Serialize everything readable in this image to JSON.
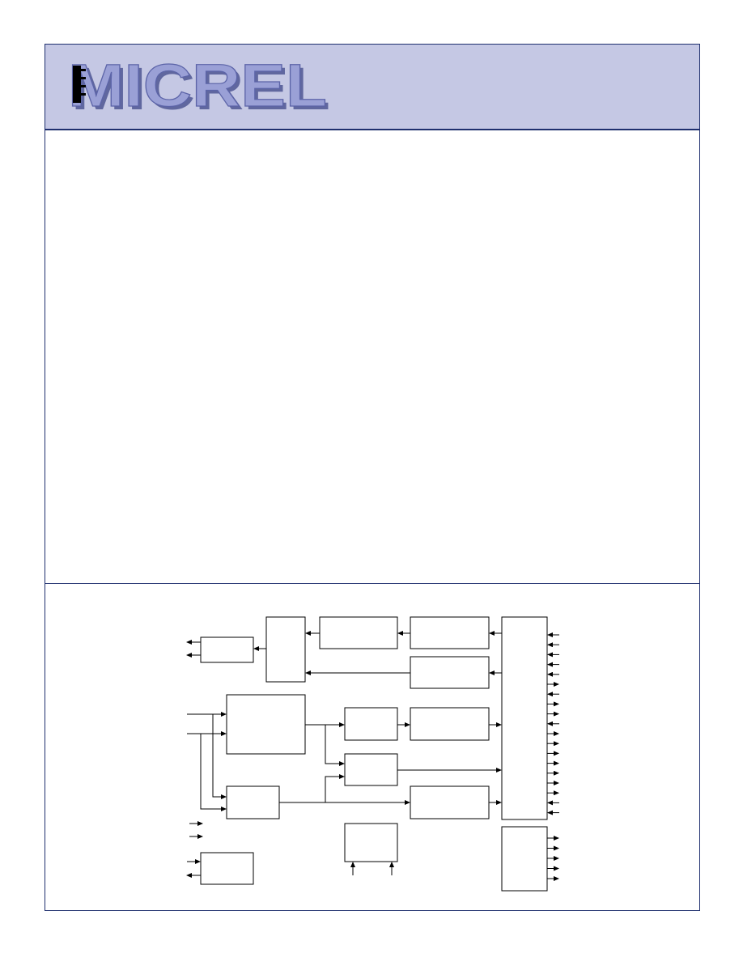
{
  "brand": {
    "logo_text": "MICREL",
    "colors": {
      "header_band": "#c5c8e4",
      "frame": "#1f2f6e",
      "logo_face": "#9aa0d6",
      "logo_shadow": "#60679f"
    }
  },
  "block_diagram": {
    "blocks": [
      "output-buffer-block",
      "mux-block",
      "top-block-a",
      "top-block-b",
      "mid-right-block",
      "input-stage-block",
      "center-block-a",
      "center-right-block",
      "center-block-b",
      "lower-left-block",
      "lower-right-block",
      "bottom-center-block",
      "bottom-left-block",
      "register-bank-block",
      "aux-output-block"
    ],
    "register_bank_pin_directions": [
      "in",
      "in",
      "in",
      "in",
      "in",
      "out",
      "in",
      "out",
      "out",
      "in",
      "out",
      "out",
      "out",
      "out",
      "out",
      "out",
      "out",
      "in",
      "in"
    ],
    "aux_output_pin_directions": [
      "out",
      "out",
      "out",
      "out",
      "out"
    ]
  }
}
